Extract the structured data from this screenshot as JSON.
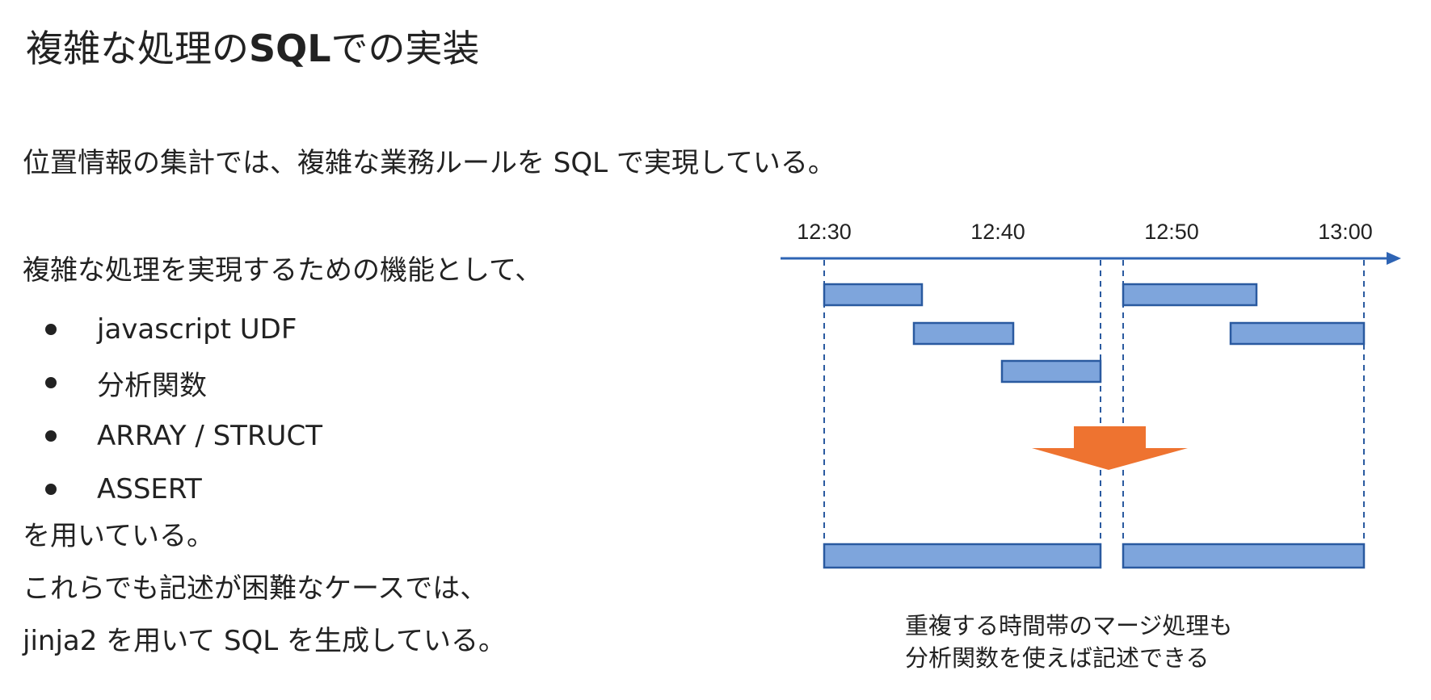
{
  "slide": {
    "title_prefix": "複雑な処理の",
    "title_strong": "SQL",
    "title_suffix": "での実装",
    "intro": "位置情報の集計では、複雑な業務ルールを SQL で実現している。",
    "features_lead": "複雑な処理を実現するための機能として、",
    "features": [
      "javascript UDF",
      "分析関数",
      "ARRAY / STRUCT",
      "ASSERT"
    ],
    "features_tail": "を用いている。",
    "closing_1": "これらでも記述が困難なケースでは、",
    "closing_2": "jinja2 を用いて SQL を生成している。"
  },
  "diagram": {
    "time_labels": [
      "12:30",
      "12:40",
      "12:50",
      "13:00"
    ],
    "caption_1": "重複する時間帯のマージ処理も",
    "caption_2": "分析関数を使えば記述できる",
    "colors": {
      "axis": "#2e64b4",
      "bar_fill": "#7ea5dc",
      "bar_stroke": "#2a5aa0",
      "arrow": "#ee7330"
    }
  }
}
